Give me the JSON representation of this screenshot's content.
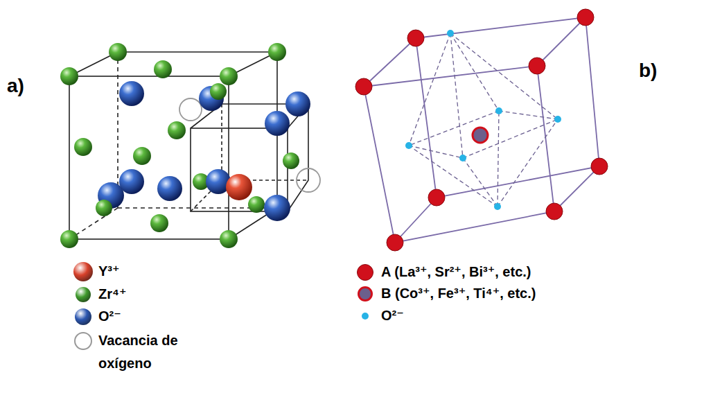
{
  "diagram": {
    "labels": [
      "a)",
      "b)"
    ],
    "legend": [
      {
        "text": "Y³⁺",
        "color": "#d8412b"
      },
      {
        "text": "Zr⁴⁺",
        "color": "#3f9a2c"
      },
      {
        "text": "O²⁻",
        "color": "#2b56b0"
      },
      {
        "text": "Vacancia de oxígeno"
      },
      {
        "text": "A (La³⁺, Sr²⁺, Bi³⁺, etc.)",
        "color": "#d0101c"
      },
      {
        "text": "B (Co³⁺, Fe³⁺, Ti⁴⁺, etc.)",
        "color": "#6b5f8c"
      },
      {
        "text": "O²⁻",
        "color": "#27b3e6"
      }
    ]
  }
}
